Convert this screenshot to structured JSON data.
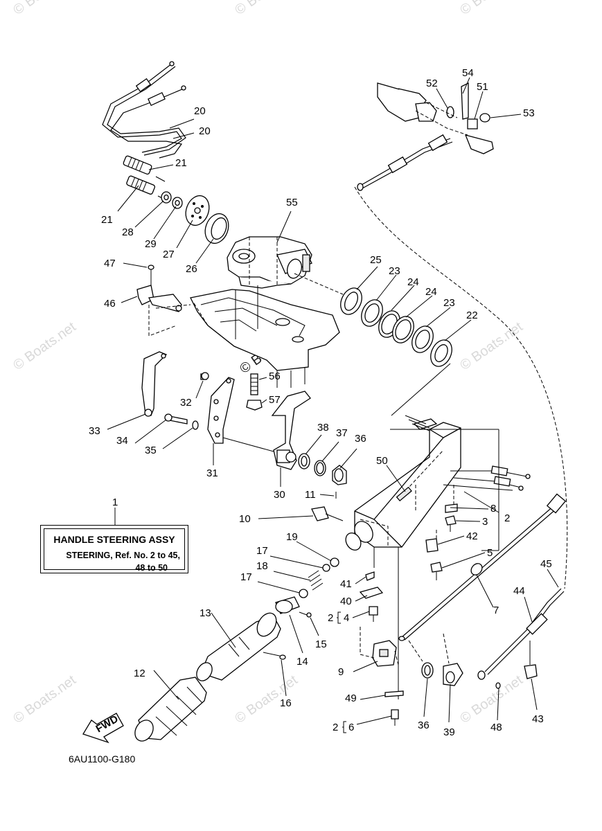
{
  "diagram": {
    "drawing_code": "6AU1100-G180",
    "fwd_label": "FWD",
    "label_box": {
      "title": "HANDLE STEERING ASSY",
      "line1": "STEERING, Ref. No. 2 to 45,",
      "line2": "48 to 50"
    },
    "watermark": "© Boats.net",
    "callouts": {
      "n1": "1",
      "n2a": "2",
      "n2b": "2",
      "n2c": "2",
      "n3": "3",
      "n4": "4",
      "n5": "5",
      "n6": "6",
      "n7": "7",
      "n8": "8",
      "n9": "9",
      "n10": "10",
      "n11": "11",
      "n12": "12",
      "n13": "13",
      "n14": "14",
      "n15": "15",
      "n16": "16",
      "n17a": "17",
      "n17b": "17",
      "n18": "18",
      "n19": "19",
      "n20a": "20",
      "n20b": "20",
      "n21a": "21",
      "n21b": "21",
      "n22": "22",
      "n23a": "23",
      "n23b": "23",
      "n24a": "24",
      "n24b": "24",
      "n25": "25",
      "n26": "26",
      "n27": "27",
      "n28": "28",
      "n29": "29",
      "n30": "30",
      "n31": "31",
      "n32": "32",
      "n33": "33",
      "n34": "34",
      "n35": "35",
      "n36a": "36",
      "n36b": "36",
      "n37": "37",
      "n38": "38",
      "n39": "39",
      "n40": "40",
      "n41": "41",
      "n42": "42",
      "n43": "43",
      "n44": "44",
      "n45": "45",
      "n46": "46",
      "n47": "47",
      "n48": "48",
      "n49": "49",
      "n50": "50",
      "n51": "51",
      "n52": "52",
      "n53": "53",
      "n54": "54",
      "n55": "55",
      "n56": "56",
      "n57": "57"
    }
  }
}
